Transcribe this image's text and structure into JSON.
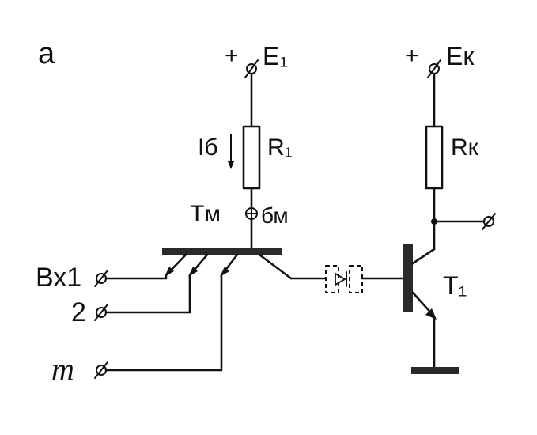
{
  "figure_label": "a",
  "supplies": {
    "e1": {
      "sign": "+",
      "label": "E₁"
    },
    "ek": {
      "sign": "+",
      "label": "Eк"
    }
  },
  "resistors": {
    "r1": {
      "label": "R₁",
      "current_label": "Iб"
    },
    "rk": {
      "label": "Rк"
    }
  },
  "multi_emitter_transistor": {
    "label": "Tм",
    "base_label": "бм"
  },
  "inputs": [
    {
      "label": "Вх1"
    },
    {
      "label": "2"
    },
    {
      "label": "m"
    }
  ],
  "output_transistor": {
    "label": "T₁"
  },
  "colors": {
    "ink": "#111111",
    "bar": "#2a2a2a",
    "background": "#ffffff"
  }
}
